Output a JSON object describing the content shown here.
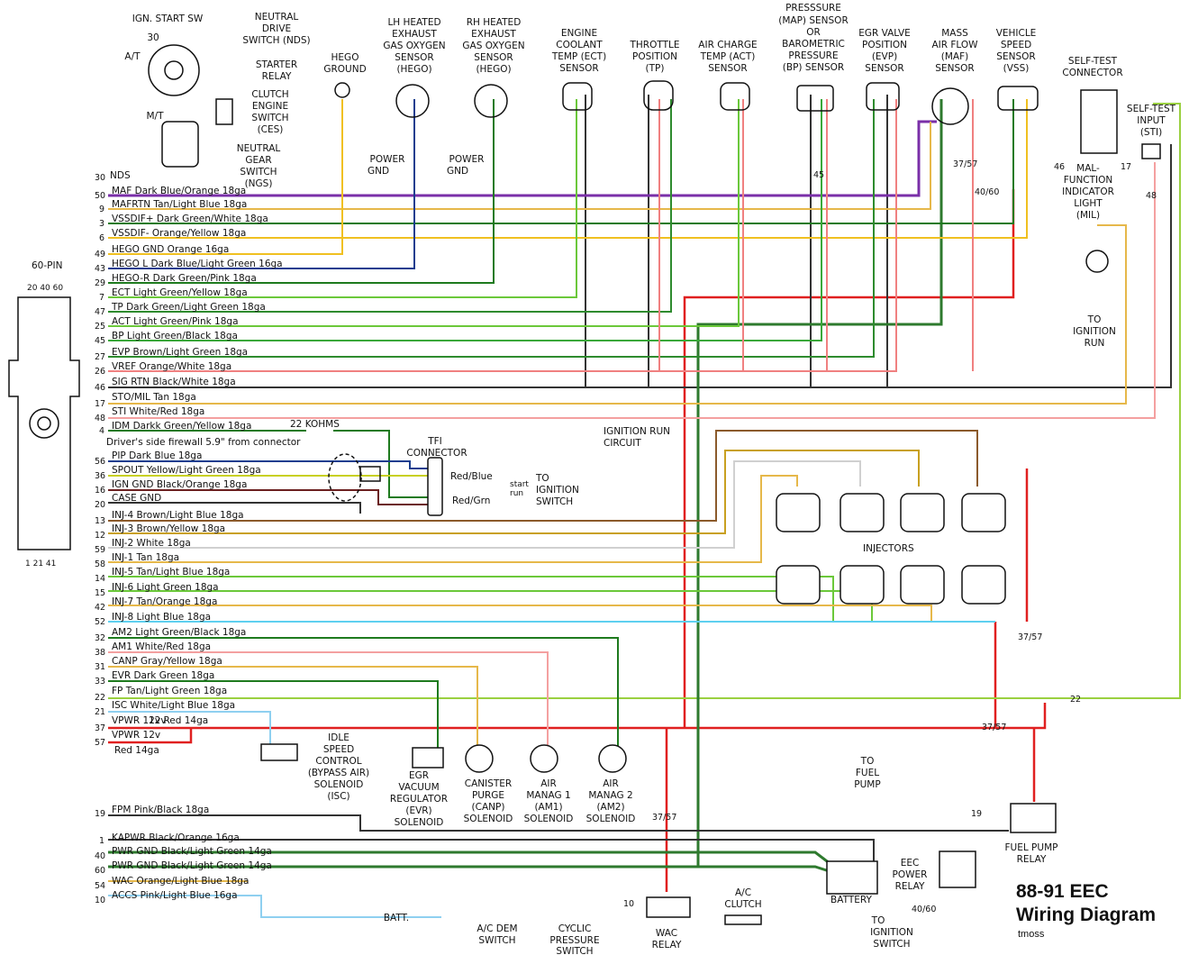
{
  "title_main": "88-91 EEC",
  "title_sub": "Wiring Diagram",
  "credit": "tmoss",
  "pin_block": {
    "label": "60-PIN",
    "top_nums": "20 40 60",
    "bottom_nums": "1 21 41"
  },
  "circuits": [
    {
      "pin": "30",
      "label": "NDS",
      "color": "#111111"
    },
    {
      "pin": "50",
      "label": "MAF Dark Blue/Orange 18ga",
      "color": "#7a2fa8"
    },
    {
      "pin": "9",
      "label": "MAFRTN Tan/Light Blue 18ga",
      "color": "#e6b84a"
    },
    {
      "pin": "3",
      "label": "VSSDIF+ Dark Green/White 18ga",
      "color": "#1e7a1e"
    },
    {
      "pin": "6",
      "label": "VSSDIF- Orange/Yellow 18ga",
      "color": "#f0c020"
    },
    {
      "pin": "49",
      "label": "HEGO GND Orange 16ga",
      "color": "#f0a020"
    },
    {
      "pin": "43",
      "label": "HEGO L Dark Blue/Light Green 16ga",
      "color": "#1a3d8f"
    },
    {
      "pin": "29",
      "label": "HEGO-R Dark Green/Pink 18ga",
      "color": "#1e7a1e"
    },
    {
      "pin": "7",
      "label": "ECT Light Green/Yellow 18ga",
      "color": "#6bc83a"
    },
    {
      "pin": "47",
      "label": "TP Dark Green/Light Green 18ga",
      "color": "#2e8b2e"
    },
    {
      "pin": "25",
      "label": "ACT Light Green/Pink 18ga",
      "color": "#6bc83a"
    },
    {
      "pin": "45",
      "label": "BP Light Green/Black 18ga",
      "color": "#3aa83a"
    },
    {
      "pin": "27",
      "label": "EVP Brown/Light Green 18ga",
      "color": "#2e8b2e"
    },
    {
      "pin": "26",
      "label": "VREF Orange/White 18ga",
      "color": "#f08080"
    },
    {
      "pin": "46",
      "label": "SIG RTN Black/White 18ga",
      "color": "#222222"
    },
    {
      "pin": "17",
      "label": "STO/MIL Tan 18ga",
      "color": "#e6b84a"
    },
    {
      "pin": "48",
      "label": "STI White/Red 18ga",
      "color": "#f4a0a0"
    },
    {
      "pin": "4",
      "label": "IDM Darkk Green/Yellow 18ga",
      "color": "#1e7a1e"
    },
    {
      "pin": "56",
      "label": "PIP Dark Blue 18ga",
      "color": "#1a3d8f"
    },
    {
      "pin": "36",
      "label": "SPOUT Yellow/Light Green 18ga",
      "color": "#c8d020"
    },
    {
      "pin": "16",
      "label": "IGN GND Black/Orange 18ga",
      "color": "#111111"
    },
    {
      "pin": "20",
      "label": "CASE GND",
      "color": "#111111"
    },
    {
      "pin": "13",
      "label": "INJ-4 Brown/Light Blue 18ga",
      "color": "#8b5a2b"
    },
    {
      "pin": "12",
      "label": "INJ-3 Brown/Yellow 18ga",
      "color": "#c8a020"
    },
    {
      "pin": "59",
      "label": "INJ-2 White 18ga",
      "color": "#cccccc"
    },
    {
      "pin": "58",
      "label": "INJ-1 Tan 18ga",
      "color": "#e6b84a"
    },
    {
      "pin": "14",
      "label": "INJ-5 Tan/Light Blue 18ga",
      "color": "#6bc83a"
    },
    {
      "pin": "15",
      "label": "INJ-6 Light Green 18ga",
      "color": "#6bc83a"
    },
    {
      "pin": "42",
      "label": "INJ-7 Tan/Orange 18ga",
      "color": "#e6b84a"
    },
    {
      "pin": "52",
      "label": "INJ-8 Light Blue 18ga",
      "color": "#5fd0f0"
    },
    {
      "pin": "32",
      "label": "AM2 Light Green/Black 18ga",
      "color": "#1e7a1e"
    },
    {
      "pin": "38",
      "label": "AM1 White/Red 18ga",
      "color": "#f4a0a0"
    },
    {
      "pin": "31",
      "label": "CANP Gray/Yellow 18ga",
      "color": "#e6b84a"
    },
    {
      "pin": "33",
      "label": "EVR Dark Green 18ga",
      "color": "#1e7a1e"
    },
    {
      "pin": "22",
      "label": "FP Tan/Light Green 18ga",
      "color": "#9ad040"
    },
    {
      "pin": "21",
      "label": "ISC White/Light Blue 18ga",
      "color": "#8fd0f0"
    },
    {
      "pin": "37",
      "label": "VPWR 12v Red 14ga",
      "color": "#e02020"
    },
    {
      "pin": "57",
      "label": "VPWR 12v",
      "color": "#e02020"
    }
  ],
  "red_14ga": "Red 14ga",
  "bottom_circuits": [
    {
      "pin": "19",
      "label": "FPM Pink/Black 18ga",
      "color": "#333333"
    },
    {
      "pin": "1",
      "label": "KAPWR Black/Orange 16ga",
      "color": "#333333"
    },
    {
      "pin": "40",
      "label": "PWR GND Black/Light Green 14ga",
      "color": "#2e8b2e"
    },
    {
      "pin": "60",
      "label": "PWR GND Black/Light Green 14ga",
      "color": "#2e8b2e"
    },
    {
      "pin": "54",
      "label": "WAC Orange/Light Blue 18ga",
      "color": "#e6b84a"
    },
    {
      "pin": "10",
      "label": "ACCS Pink/Light Blue 16ga",
      "color": "#8fd0f0"
    }
  ],
  "components": {
    "ign_start": "IGN. START SW",
    "ndsw": [
      "NEUTRAL",
      "DRIVE",
      "SWITCH (NDS)"
    ],
    "starter": [
      "STARTER",
      "RELAY"
    ],
    "ces": [
      "CLUTCH",
      "ENGINE",
      "SWITCH",
      "(CES)"
    ],
    "ngs": [
      "NEUTRAL",
      "GEAR",
      "SWITCH",
      "(NGS)"
    ],
    "at": "A/T",
    "mt": "M/T",
    "hego_ground": [
      "HEGO",
      "GROUND"
    ],
    "lh_hego": [
      "LH HEATED",
      "EXHAUST",
      "GAS OXYGEN",
      "SENSOR",
      "(HEGO)"
    ],
    "rh_hego": [
      "RH HEATED",
      "EXHAUST",
      "GAS OXYGEN",
      "SENSOR",
      "(HEGO)"
    ],
    "power_gnd": [
      "POWER",
      "GND"
    ],
    "ect": [
      "ENGINE",
      "COOLANT",
      "TEMP (ECT)",
      "SENSOR"
    ],
    "tp": [
      "THROTTLE",
      "POSITION",
      "(TP)"
    ],
    "act": [
      "AIR CHARGE",
      "TEMP (ACT)",
      "SENSOR"
    ],
    "map": [
      "PRESSSURE",
      "(MAP) SENSOR",
      "OR",
      "BAROMETRIC",
      "PRESSURE",
      "(BP) SENSOR"
    ],
    "evp": [
      "EGR VALVE",
      "POSITION",
      "(EVP)",
      "SENSOR"
    ],
    "maf": [
      "MASS",
      "AIR FLOW",
      "(MAF)",
      "SENSOR"
    ],
    "vss": [
      "VEHICLE",
      "SPEED",
      "SENSOR",
      "(VSS)"
    ],
    "stc": [
      "SELF-TEST",
      "CONNECTOR"
    ],
    "sti": [
      "SELF-TEST",
      "INPUT",
      "(STI)"
    ],
    "mil": [
      "MAL-",
      "FUNCTION",
      "INDICATOR",
      "LIGHT",
      "(MIL)"
    ],
    "ign_run": [
      "TO",
      "IGNITION",
      "RUN"
    ],
    "ign_run_circuit": [
      "IGNITION RUN",
      "CIRCUIT"
    ],
    "kohms": "22 KOHMS",
    "firewall": "Driver's side firewall 5.9\" from connector",
    "tfi": [
      "TFI",
      "CONNECTOR"
    ],
    "red_blue": "Red/Blue",
    "red_grn": "Red/Grn",
    "start_run": [
      "start",
      "run"
    ],
    "to_ign_sw": [
      "TO",
      "IGNITION",
      "SWITCH"
    ],
    "injectors": "INJECTORS",
    "isc": [
      "IDLE",
      "SPEED",
      "CONTROL",
      "(BYPASS AIR)",
      "SOLENOID",
      "(ISC)"
    ],
    "evr": [
      "EGR",
      "VACUUM",
      "REGULATOR",
      "(EVR)",
      "SOLENOID"
    ],
    "canp": [
      "CANISTER",
      "PURGE",
      "(CANP)",
      "SOLENOID"
    ],
    "am1": [
      "AIR",
      "MANAG 1",
      "(AM1)",
      "SOLENOID"
    ],
    "am2": [
      "AIR",
      "MANAG 2",
      "(AM2)",
      "SOLENOID"
    ],
    "fuel_pump": [
      "TO",
      "FUEL",
      "PUMP"
    ],
    "fp_relay": [
      "FUEL PUMP",
      "RELAY"
    ],
    "eec_relay": [
      "EEC",
      "POWER",
      "RELAY"
    ],
    "battery": "BATTERY",
    "to_ign_switch2": [
      "TO",
      "IGNITION",
      "SWITCH"
    ],
    "batt": "BATT.",
    "ac_dem": [
      "A/C DEM",
      "SWITCH"
    ],
    "cyclic": [
      "CYCLIC",
      "PRESSURE",
      "SWITCH"
    ],
    "wac_relay": [
      "WAC",
      "RELAY"
    ],
    "ac_clutch": [
      "A/C",
      "CLUTCH"
    ],
    "v12": "12v"
  },
  "wire_tags": {
    "n37_57a": "37/57",
    "n37_57b": "37/57",
    "n37_57c": "37/57",
    "n37_57d": "37/57",
    "n40_60a": "40/60",
    "n40_60b": "40/60",
    "n22": "22",
    "n19": "19",
    "n10": "10",
    "n30": "30",
    "n46": "46",
    "n45": "45",
    "n17": "17",
    "n48": "48"
  }
}
